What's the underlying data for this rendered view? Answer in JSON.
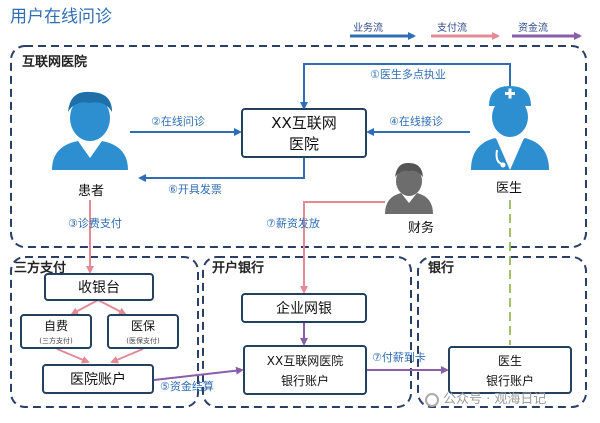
{
  "title": "用户在线问诊",
  "legend": [
    {
      "label": "业务流",
      "color": "#2f6db5"
    },
    {
      "label": "支付流",
      "color": "#e38a96"
    },
    {
      "label": "资金流",
      "color": "#8a5fa8"
    }
  ],
  "regions": {
    "internet_hospital": "互联网医院",
    "third_party_payment": "三方支付",
    "account_bank": "开户银行",
    "bank": "银行"
  },
  "actors": {
    "patient": "患者",
    "doctor": "医生",
    "finance": "财务"
  },
  "nodes": {
    "hospital": [
      "XX互联网",
      "医院"
    ],
    "cashier": "收银台",
    "self_pay": {
      "label": "自费",
      "sub": "(三方支付)"
    },
    "insurance": {
      "label": "医保",
      "sub": "(医保支付)"
    },
    "hospital_account": "医院账户",
    "corporate_bank": "企业网银",
    "hospital_bank_account": [
      "XX互联网医院",
      "银行账户"
    ],
    "doctor_bank_account": [
      "医生",
      "银行账户"
    ]
  },
  "edges": {
    "e1": "①医生多点执业",
    "e2": "②在线问诊",
    "e3": "③诊费支付",
    "e4": "④在线接诊",
    "e5": "⑤资金结算",
    "e6": "⑥开具发票",
    "e7": "⑦薪资发放",
    "e7b": "⑦付薪到卡"
  },
  "watermark": "公众号 · 观海日记",
  "colors": {
    "business": "#2f6db5",
    "payment": "#e38a96",
    "funds": "#8a5fa8",
    "region_border": "#2b3f66",
    "box_border": "#23405f",
    "person_blue": "#2e8fd0",
    "person_gray": "#6d6d6d",
    "doctor_dash": "#a3c267"
  }
}
